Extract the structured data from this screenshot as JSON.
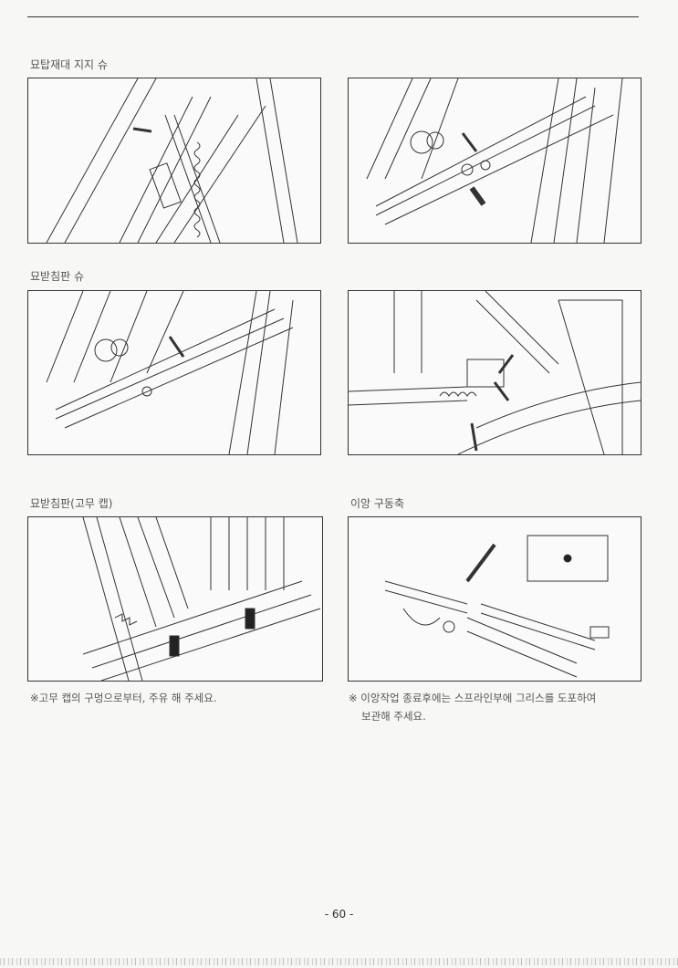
{
  "sections": [
    {
      "title": "묘탑재대 지지 슈"
    },
    {
      "title": "묘받침판 슈"
    },
    {
      "title": "묘받침판(고무 캡)",
      "caption": "※고무 캡의 구멍으로부터, 주유 해 주세요."
    },
    {
      "title": "이앙 구동축",
      "caption_line1": "※ 이앙작업 종료후에는 스프라인부에 그리스를 도포하여",
      "caption_line2": "보관해 주세요."
    }
  ],
  "page_number": "- 60 -"
}
